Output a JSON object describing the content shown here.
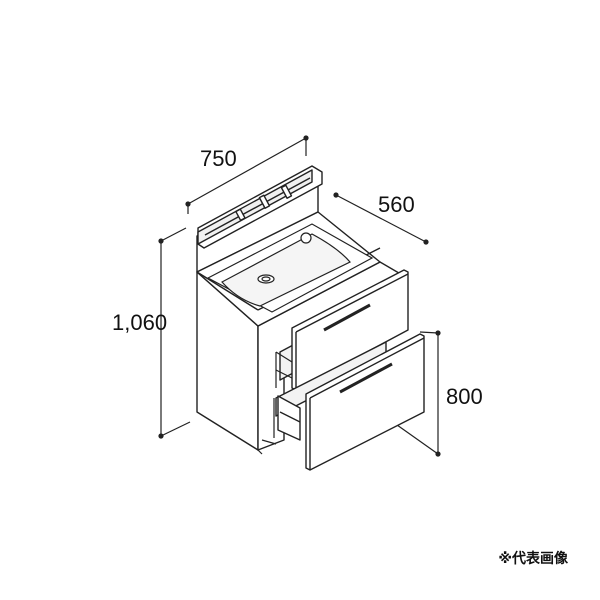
{
  "dimensions": {
    "width": "750",
    "depth": "560",
    "height": "1,060",
    "counter_height": "800"
  },
  "note": "※代表画像",
  "colors": {
    "line": "#222222",
    "background": "#ffffff"
  }
}
